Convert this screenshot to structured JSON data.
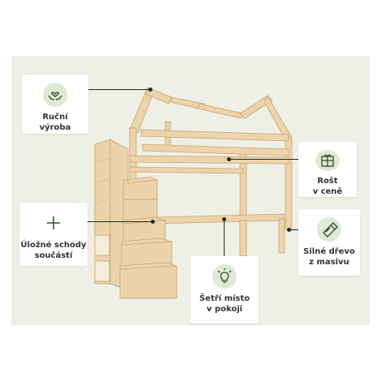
{
  "colors": {
    "background": "#eef0e6",
    "wood": "#ecd3ac",
    "wood_dark": "#d7b787",
    "icon_bg": "#dfe9d3",
    "accent_dark": "#2d4a2b",
    "line": "#1f2a1f"
  },
  "features": [
    {
      "icon": "hands-heart-icon",
      "line1": "Ruční",
      "line2": "výroba"
    },
    {
      "icon": "gift-box-icon",
      "line1": "Rošt",
      "line2": "v ceně"
    },
    {
      "icon": "plus-icon",
      "line1": "Úložné schody",
      "line2": "součástí"
    },
    {
      "icon": "wood-log-icon",
      "line1": "Silné dřevo",
      "line2": "z masivu"
    },
    {
      "icon": "lightbulb-icon",
      "line1": "Šetří místo",
      "line2": "v pokoji"
    }
  ]
}
